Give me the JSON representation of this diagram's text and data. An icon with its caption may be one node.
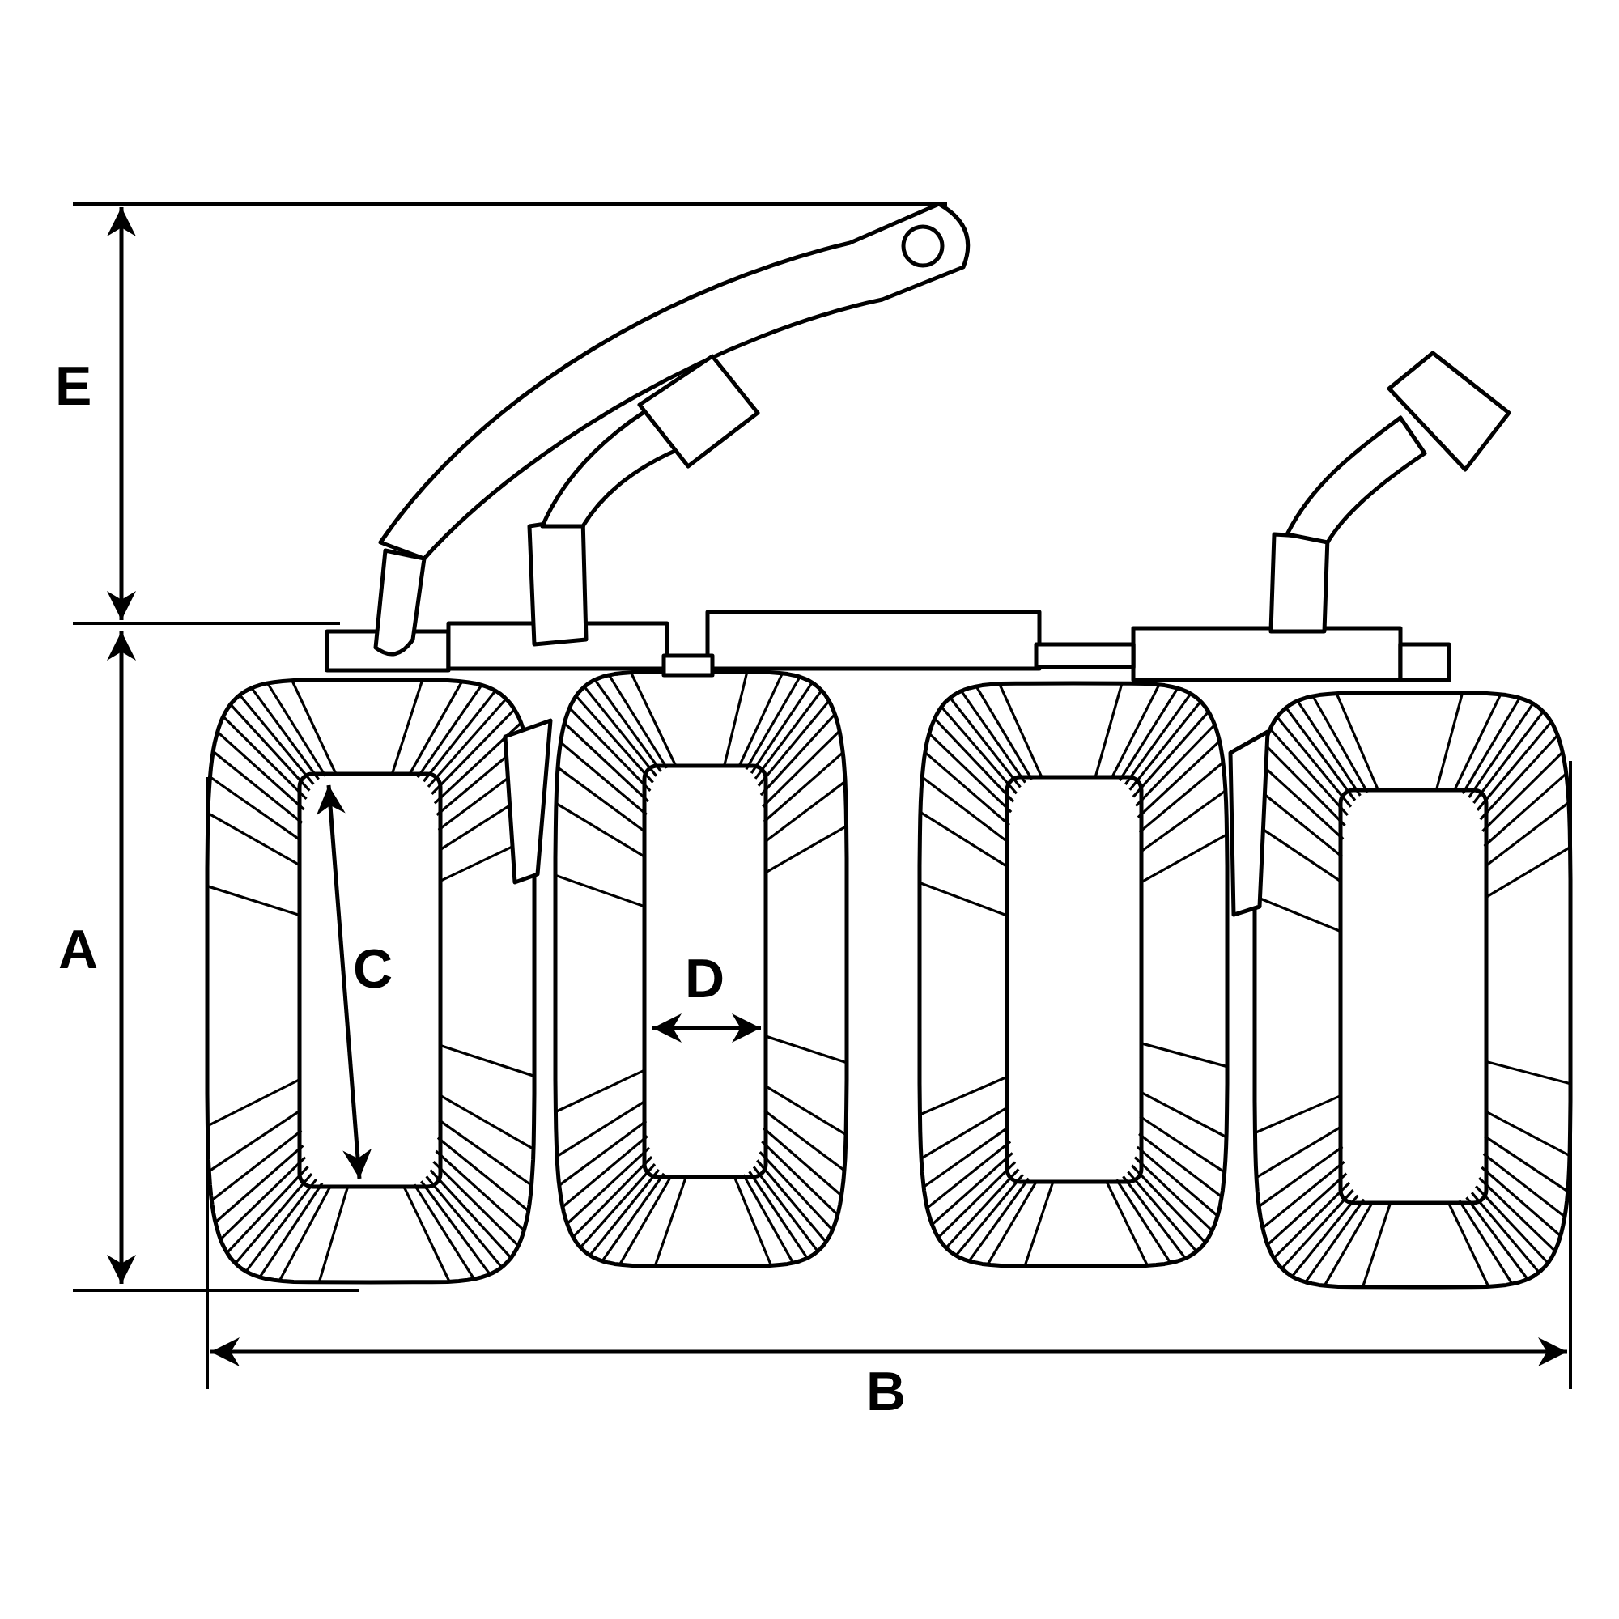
{
  "diagram": {
    "labels": [
      "E",
      "A",
      "C",
      "D",
      "B"
    ]
  }
}
